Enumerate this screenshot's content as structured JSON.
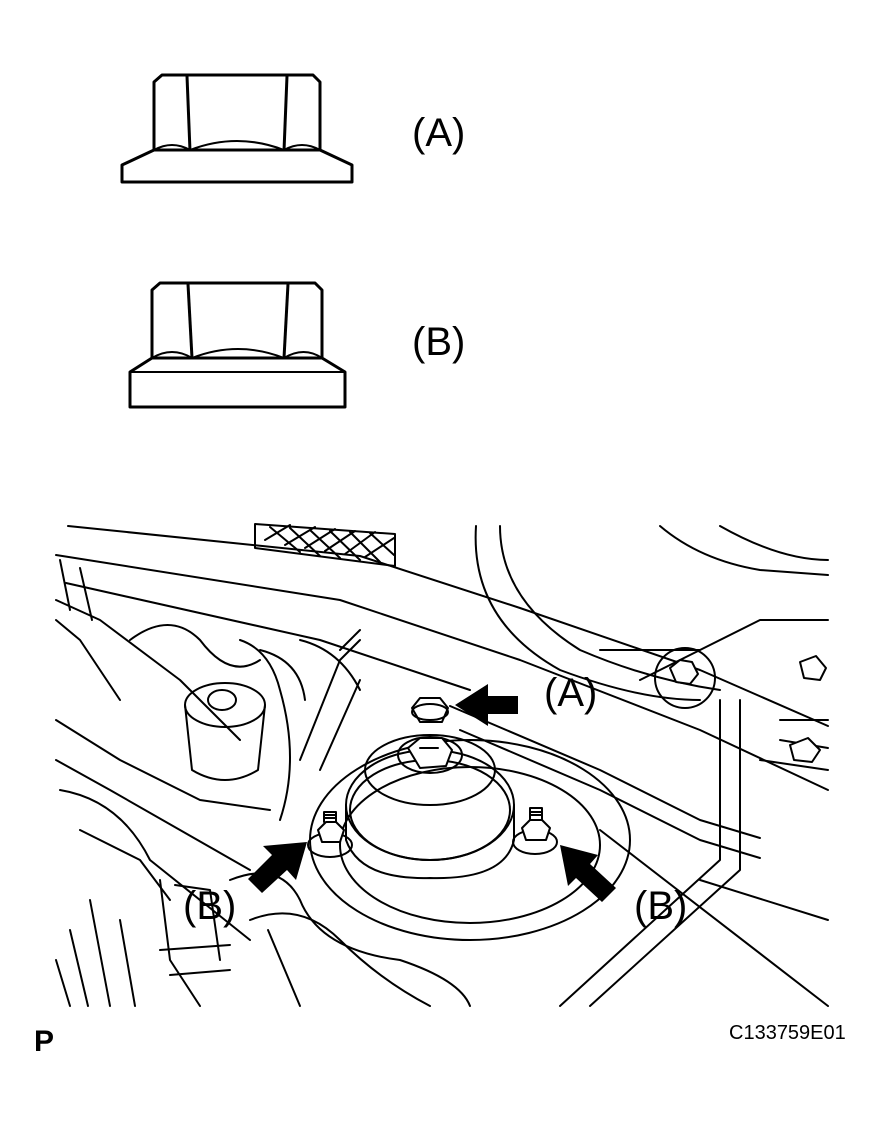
{
  "legend": {
    "nut_a_label": "(A)",
    "nut_b_label": "(B)"
  },
  "callouts": {
    "a_label": "(A)",
    "b_left_label": "(B)",
    "b_right_label": "(B)"
  },
  "footer": {
    "view_marker": "P",
    "figure_code": "C133759E01"
  },
  "colors": {
    "line": "#000000",
    "background": "#ffffff"
  },
  "icons": {
    "nut_a": "flange-nut-thin-flange-icon",
    "nut_b": "flange-nut-thick-flange-icon",
    "arrows": "solid-black-arrow-icon"
  }
}
